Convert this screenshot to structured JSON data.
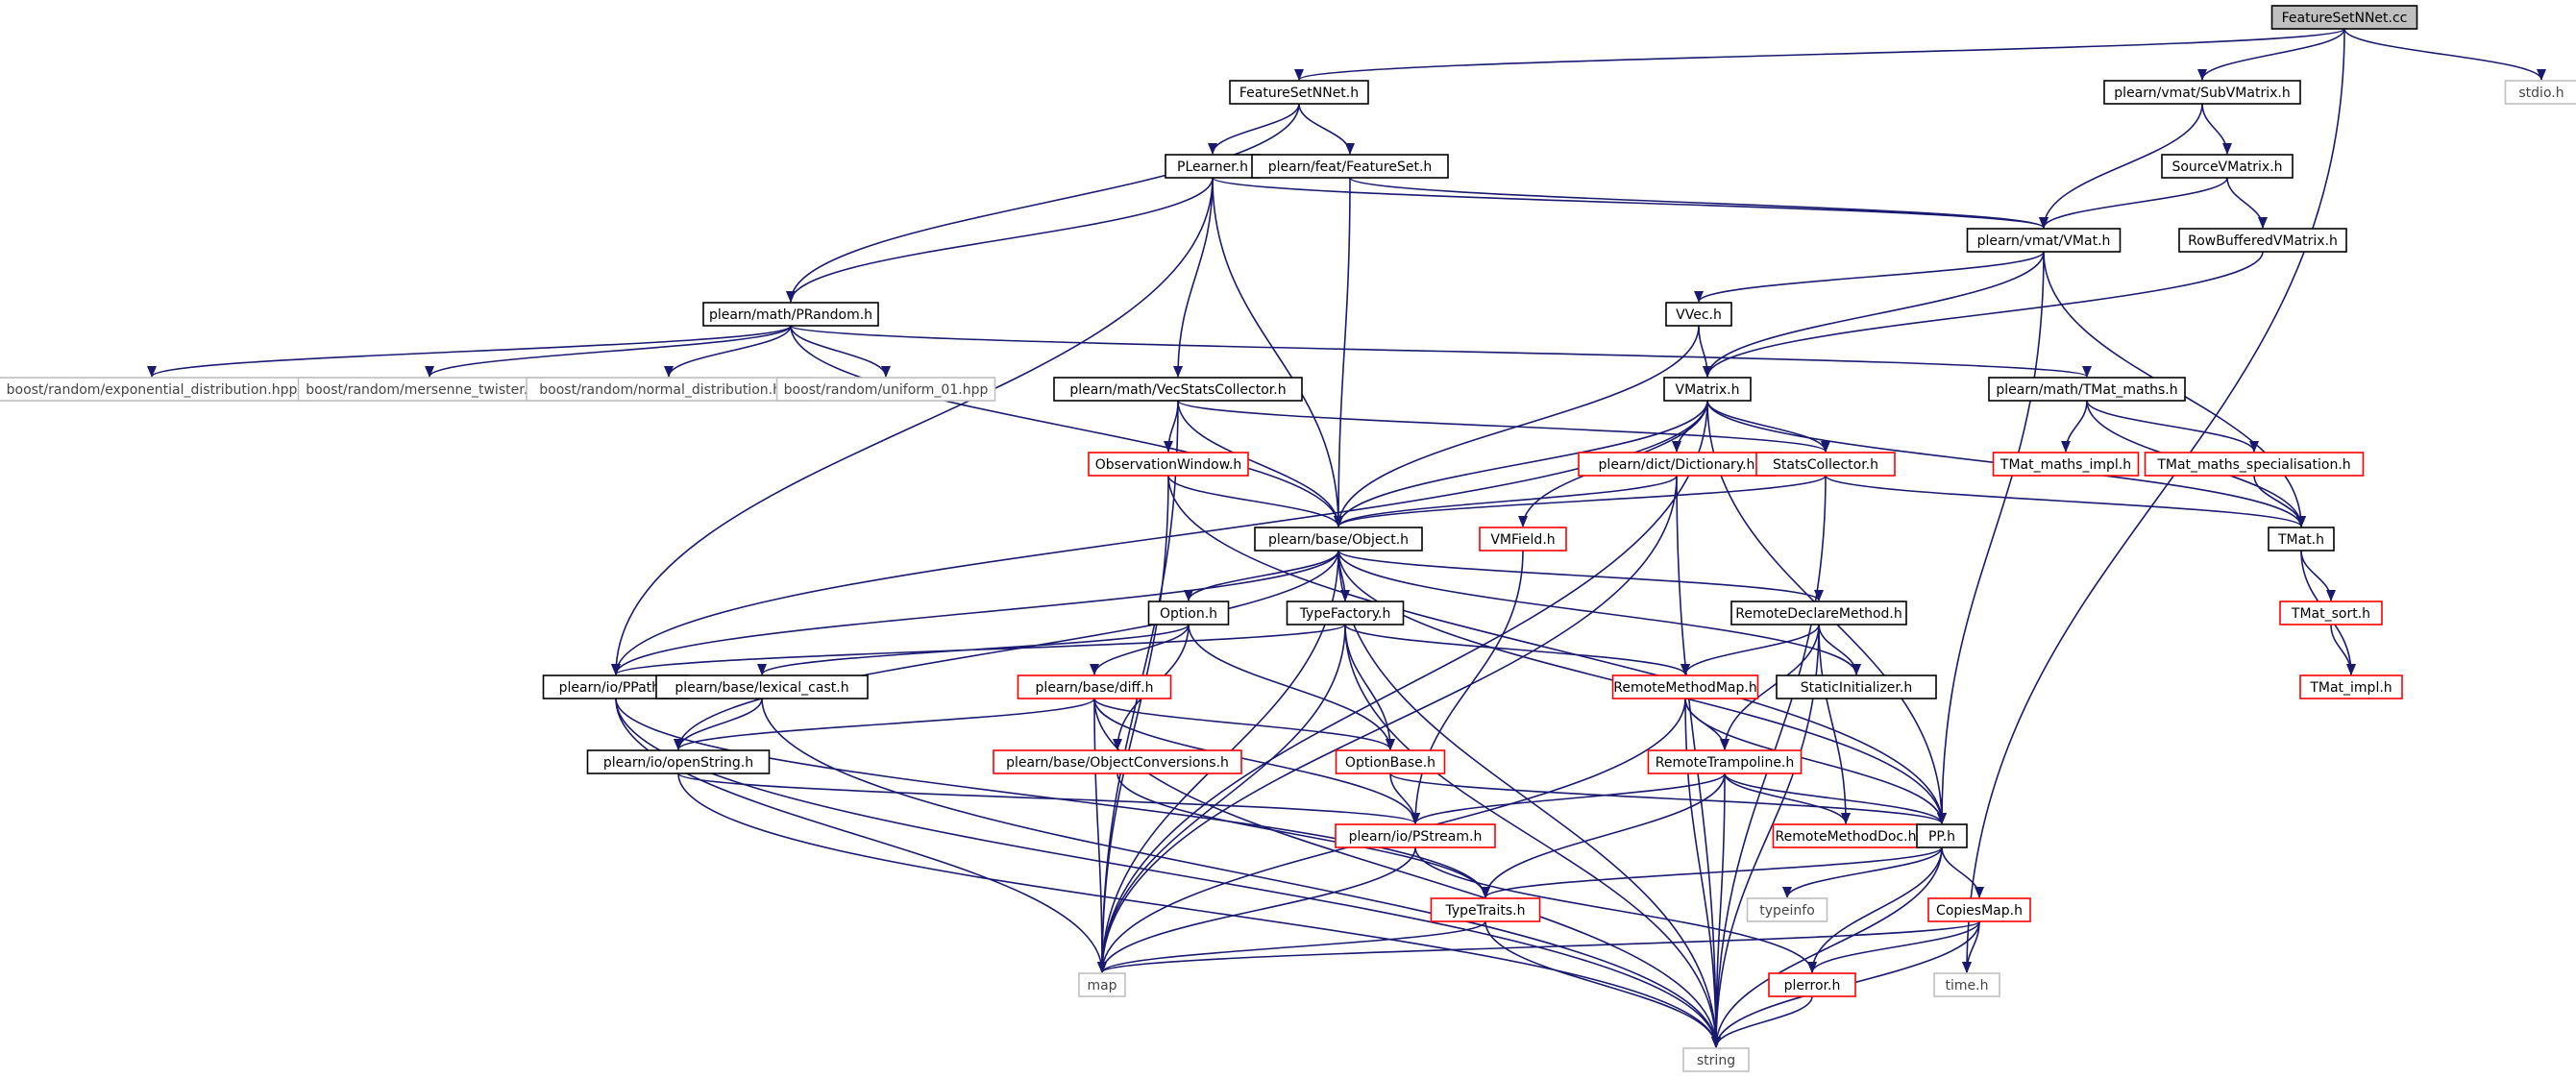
{
  "colors": {
    "edge": "#191970",
    "root_fill": "#bfbfbf",
    "normal_border": "#000000",
    "truncated_border": "#ff0000",
    "system_border": "#bfbfbf"
  },
  "nodes": [
    {
      "id": "root",
      "label": "FeatureSetNNet.cc",
      "kind": "root"
    },
    {
      "id": "fsnn",
      "label": "FeatureSetNNet.h",
      "kind": "normal"
    },
    {
      "id": "subvm",
      "label": "plearn/vmat/SubVMatrix.h",
      "kind": "normal"
    },
    {
      "id": "stdio",
      "label": "stdio.h",
      "kind": "system"
    },
    {
      "id": "plearner",
      "label": "PLearner.h",
      "kind": "normal"
    },
    {
      "id": "featureset",
      "label": "plearn/feat/FeatureSet.h",
      "kind": "normal"
    },
    {
      "id": "sourcevm",
      "label": "SourceVMatrix.h",
      "kind": "normal"
    },
    {
      "id": "vmat",
      "label": "plearn/vmat/VMat.h",
      "kind": "normal"
    },
    {
      "id": "rowbuf",
      "label": "RowBufferedVMatrix.h",
      "kind": "normal"
    },
    {
      "id": "prandom",
      "label": "plearn/math/PRandom.h",
      "kind": "normal"
    },
    {
      "id": "vvec",
      "label": "VVec.h",
      "kind": "normal"
    },
    {
      "id": "b_exp",
      "label": "boost/random/exponential_distribution.hpp",
      "kind": "system"
    },
    {
      "id": "b_mt",
      "label": "boost/random/mersenne_twister.hpp",
      "kind": "system"
    },
    {
      "id": "b_norm",
      "label": "boost/random/normal_distribution.hpp",
      "kind": "system"
    },
    {
      "id": "b_unif",
      "label": "boost/random/uniform_01.hpp",
      "kind": "system"
    },
    {
      "id": "vecstats",
      "label": "plearn/math/VecStatsCollector.h",
      "kind": "normal"
    },
    {
      "id": "vmatrix",
      "label": "VMatrix.h",
      "kind": "normal"
    },
    {
      "id": "tmatmaths",
      "label": "plearn/math/TMat_maths.h",
      "kind": "normal"
    },
    {
      "id": "obswin",
      "label": "ObservationWindow.h",
      "kind": "truncated"
    },
    {
      "id": "dict",
      "label": "plearn/dict/Dictionary.h",
      "kind": "truncated"
    },
    {
      "id": "statscol",
      "label": "StatsCollector.h",
      "kind": "truncated"
    },
    {
      "id": "tmatimpl_m",
      "label": "TMat_maths_impl.h",
      "kind": "truncated"
    },
    {
      "id": "tmatspec",
      "label": "TMat_maths_specialisation.h",
      "kind": "truncated"
    },
    {
      "id": "object",
      "label": "plearn/base/Object.h",
      "kind": "normal"
    },
    {
      "id": "vmfield",
      "label": "VMField.h",
      "kind": "truncated"
    },
    {
      "id": "tmat",
      "label": "TMat.h",
      "kind": "normal"
    },
    {
      "id": "option",
      "label": "Option.h",
      "kind": "normal"
    },
    {
      "id": "typefactory",
      "label": "TypeFactory.h",
      "kind": "normal"
    },
    {
      "id": "rdm",
      "label": "RemoteDeclareMethod.h",
      "kind": "normal"
    },
    {
      "id": "tmatsort",
      "label": "TMat_sort.h",
      "kind": "truncated"
    },
    {
      "id": "ppath",
      "label": "plearn/io/PPath.h",
      "kind": "normal"
    },
    {
      "id": "lexcast",
      "label": "plearn/base/lexical_cast.h",
      "kind": "normal"
    },
    {
      "id": "diff",
      "label": "plearn/base/diff.h",
      "kind": "truncated"
    },
    {
      "id": "rmm",
      "label": "RemoteMethodMap.h",
      "kind": "truncated"
    },
    {
      "id": "staticinit",
      "label": "StaticInitializer.h",
      "kind": "normal"
    },
    {
      "id": "tmatimpl",
      "label": "TMat_impl.h",
      "kind": "truncated"
    },
    {
      "id": "openstring",
      "label": "plearn/io/openString.h",
      "kind": "normal"
    },
    {
      "id": "objconv",
      "label": "plearn/base/ObjectConversions.h",
      "kind": "truncated"
    },
    {
      "id": "optionbase",
      "label": "OptionBase.h",
      "kind": "truncated"
    },
    {
      "id": "rtramp",
      "label": "RemoteTrampoline.h",
      "kind": "truncated"
    },
    {
      "id": "pstream",
      "label": "plearn/io/PStream.h",
      "kind": "truncated"
    },
    {
      "id": "rmdoc",
      "label": "RemoteMethodDoc.h",
      "kind": "truncated"
    },
    {
      "id": "pp",
      "label": "PP.h",
      "kind": "normal"
    },
    {
      "id": "typetraits",
      "label": "TypeTraits.h",
      "kind": "truncated"
    },
    {
      "id": "typeinfo",
      "label": "typeinfo",
      "kind": "system"
    },
    {
      "id": "copiesmap",
      "label": "CopiesMap.h",
      "kind": "truncated"
    },
    {
      "id": "map",
      "label": "map",
      "kind": "system"
    },
    {
      "id": "plerror",
      "label": "plerror.h",
      "kind": "truncated"
    },
    {
      "id": "time",
      "label": "time.h",
      "kind": "system"
    },
    {
      "id": "string",
      "label": "string",
      "kind": "system"
    }
  ],
  "edges": [
    [
      "root",
      "fsnn"
    ],
    [
      "root",
      "subvm"
    ],
    [
      "root",
      "stdio"
    ],
    [
      "root",
      "time"
    ],
    [
      "fsnn",
      "plearner"
    ],
    [
      "fsnn",
      "featureset"
    ],
    [
      "fsnn",
      "prandom"
    ],
    [
      "subvm",
      "sourcevm"
    ],
    [
      "subvm",
      "vmat"
    ],
    [
      "plearner",
      "prandom"
    ],
    [
      "plearner",
      "vmat"
    ],
    [
      "plearner",
      "vecstats"
    ],
    [
      "plearner",
      "object"
    ],
    [
      "plearner",
      "ppath"
    ],
    [
      "featureset",
      "vmat"
    ],
    [
      "featureset",
      "object"
    ],
    [
      "sourcevm",
      "vmat"
    ],
    [
      "sourcevm",
      "rowbuf"
    ],
    [
      "rowbuf",
      "vmatrix"
    ],
    [
      "vmat",
      "vvec"
    ],
    [
      "vmat",
      "vmatrix"
    ],
    [
      "vmat",
      "tmat"
    ],
    [
      "vmat",
      "pp"
    ],
    [
      "prandom",
      "b_exp"
    ],
    [
      "prandom",
      "b_mt"
    ],
    [
      "prandom",
      "b_norm"
    ],
    [
      "prandom",
      "b_unif"
    ],
    [
      "prandom",
      "tmatmaths"
    ],
    [
      "prandom",
      "object"
    ],
    [
      "vvec",
      "vmatrix"
    ],
    [
      "vvec",
      "object"
    ],
    [
      "vecstats",
      "obswin"
    ],
    [
      "vecstats",
      "statscol"
    ],
    [
      "vecstats",
      "object"
    ],
    [
      "vecstats",
      "map"
    ],
    [
      "vmatrix",
      "dict"
    ],
    [
      "vmatrix",
      "statscol"
    ],
    [
      "vmatrix",
      "vmfield"
    ],
    [
      "vmatrix",
      "object"
    ],
    [
      "vmatrix",
      "tmat"
    ],
    [
      "vmatrix",
      "pp"
    ],
    [
      "vmatrix",
      "ppath"
    ],
    [
      "vmatrix",
      "map"
    ],
    [
      "tmatmaths",
      "tmatimpl_m"
    ],
    [
      "tmatmaths",
      "tmatspec"
    ],
    [
      "tmatmaths",
      "tmat"
    ],
    [
      "tmatspec",
      "tmat"
    ],
    [
      "obswin",
      "object"
    ],
    [
      "obswin",
      "pp"
    ],
    [
      "obswin",
      "map"
    ],
    [
      "dict",
      "object"
    ],
    [
      "dict",
      "string"
    ],
    [
      "dict",
      "map"
    ],
    [
      "statscol",
      "object"
    ],
    [
      "statscol",
      "tmat"
    ],
    [
      "statscol",
      "string"
    ],
    [
      "object",
      "option"
    ],
    [
      "object",
      "typefactory"
    ],
    [
      "object",
      "rdm"
    ],
    [
      "object",
      "staticinit"
    ],
    [
      "object",
      "ppath"
    ],
    [
      "object",
      "openstring"
    ],
    [
      "object",
      "pp"
    ],
    [
      "object",
      "map"
    ],
    [
      "object",
      "string"
    ],
    [
      "vmfield",
      "pstream"
    ],
    [
      "tmat",
      "tmatsort"
    ],
    [
      "tmat",
      "tmatimpl"
    ],
    [
      "tmatsort",
      "tmatimpl"
    ],
    [
      "option",
      "lexcast"
    ],
    [
      "option",
      "diff"
    ],
    [
      "option",
      "objconv"
    ],
    [
      "option",
      "optionbase"
    ],
    [
      "typefactory",
      "rmm"
    ],
    [
      "typefactory",
      "optionbase"
    ],
    [
      "typefactory",
      "map"
    ],
    [
      "typefactory",
      "string"
    ],
    [
      "typefactory",
      "ppath"
    ],
    [
      "rdm",
      "rmm"
    ],
    [
      "rdm",
      "staticinit"
    ],
    [
      "rdm",
      "rtramp"
    ],
    [
      "rdm",
      "rmdoc"
    ],
    [
      "rdm",
      "string"
    ],
    [
      "ppath",
      "typetraits"
    ],
    [
      "ppath",
      "map"
    ],
    [
      "ppath",
      "string"
    ],
    [
      "lexcast",
      "openstring"
    ],
    [
      "lexcast",
      "string"
    ],
    [
      "diff",
      "openstring"
    ],
    [
      "diff",
      "optionbase"
    ],
    [
      "diff",
      "pstream"
    ],
    [
      "diff",
      "map"
    ],
    [
      "diff",
      "string"
    ],
    [
      "rmm",
      "rtramp"
    ],
    [
      "rmm",
      "pp"
    ],
    [
      "rmm",
      "map"
    ],
    [
      "rmm",
      "string"
    ],
    [
      "openstring",
      "pstream"
    ],
    [
      "openstring",
      "string"
    ],
    [
      "objconv",
      "typetraits"
    ],
    [
      "optionbase",
      "pstream"
    ],
    [
      "optionbase",
      "pp"
    ],
    [
      "rtramp",
      "pstream"
    ],
    [
      "rtramp",
      "rmdoc"
    ],
    [
      "rtramp",
      "pp"
    ],
    [
      "rtramp",
      "typetraits"
    ],
    [
      "rtramp",
      "string"
    ],
    [
      "pstream",
      "plerror"
    ],
    [
      "pstream",
      "map"
    ],
    [
      "pp",
      "typetraits"
    ],
    [
      "pp",
      "typeinfo"
    ],
    [
      "pp",
      "copiesmap"
    ],
    [
      "pp",
      "plerror"
    ],
    [
      "pp",
      "string"
    ],
    [
      "typetraits",
      "map"
    ],
    [
      "typetraits",
      "string"
    ],
    [
      "copiesmap",
      "plerror"
    ],
    [
      "copiesmap",
      "time"
    ],
    [
      "copiesmap",
      "map"
    ],
    [
      "copiesmap",
      "string"
    ],
    [
      "plerror",
      "string"
    ]
  ]
}
